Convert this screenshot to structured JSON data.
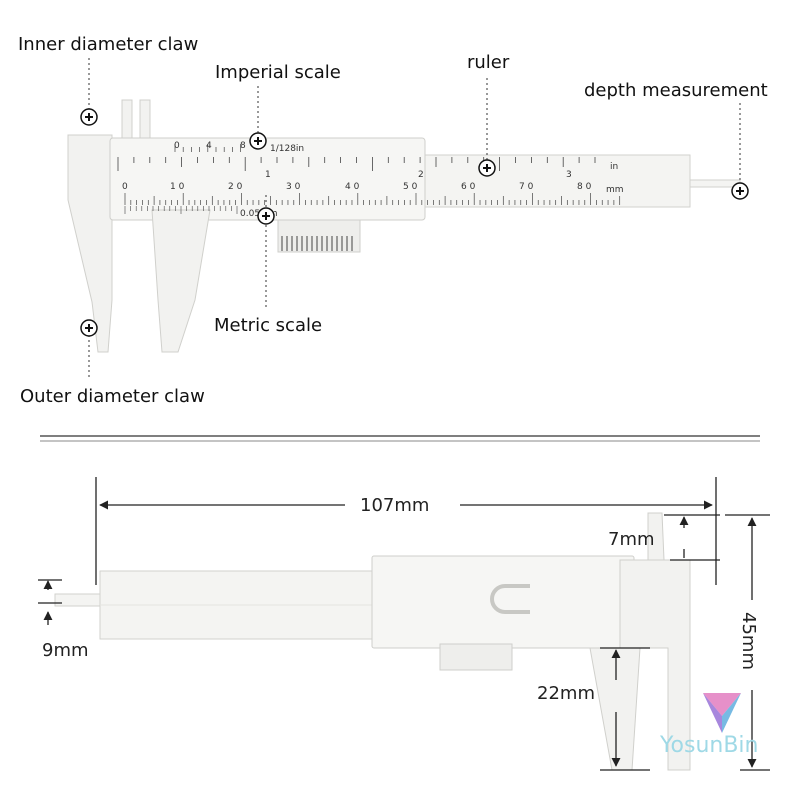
{
  "labels": {
    "inner_claw": "Inner diameter claw",
    "imperial_scale": "Imperial scale",
    "ruler": "ruler",
    "depth": "depth measurement",
    "metric_scale": "Metric scale",
    "outer_claw": "Outer diameter claw"
  },
  "scale_marks": {
    "imperial_resolution": "1/128in",
    "metric_resolution": "0.05mm",
    "in_unit": "in",
    "mm_unit": "mm",
    "imperial_numbers": [
      "1",
      "2",
      "3"
    ],
    "metric_numbers": [
      "0",
      "1 0",
      "2 0",
      "3 0",
      "4 0",
      "5 0",
      "6 0",
      "7 0",
      "8 0"
    ],
    "vernier_numbers": [
      "0",
      "4",
      "8"
    ]
  },
  "dimensions": {
    "length": "107mm",
    "inner_jaw": "7mm",
    "height": "45mm",
    "depth_rod": "9mm",
    "outer_jaw": "22mm"
  },
  "brand": "YosunBin",
  "colors": {
    "plastic": "#f4f4f2",
    "outline": "#d0d0cc",
    "text": "#111111",
    "brand": "#9fd9e6"
  }
}
